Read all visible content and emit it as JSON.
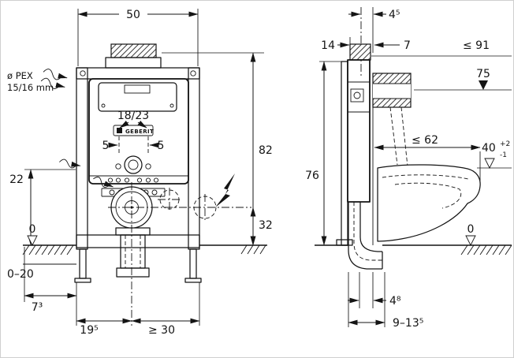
{
  "front": {
    "width_top": "50",
    "pex_line1": "ø PEX",
    "pex_line2": "15/16 mm",
    "flush_bend": "18/23",
    "offset_left": "5",
    "offset_right": "5",
    "brand": "GEBERIT",
    "h22": "22",
    "h82": "82",
    "h32": "32",
    "level_zero": "0",
    "adjust_range": "0–20",
    "d73": "7³",
    "d195": "19⁵",
    "d30": "≥ 30"
  },
  "side": {
    "d45": "4⁵",
    "d14": "14",
    "d7": "7",
    "h91": "≤ 91",
    "h75": "75",
    "depth62": "≤ 62",
    "h40": "40",
    "h40_tol_plus": "+2",
    "h40_tol_minus": "-1",
    "h76": "76",
    "level_zero": "0",
    "d48": "4⁸",
    "d9135": "9–13⁵"
  }
}
